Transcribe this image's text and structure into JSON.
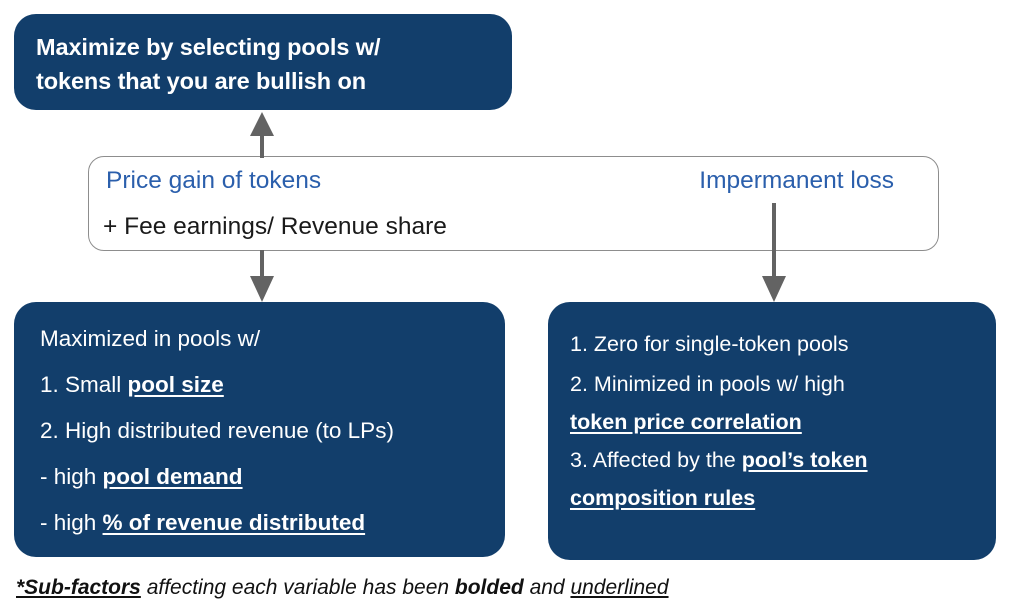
{
  "colors": {
    "navy": "#123E6B",
    "accent_blue": "#2B5FAC",
    "arrow_gray": "#636363",
    "outline_gray": "#8d8d8d",
    "white": "#FFFFFF"
  },
  "top_box": {
    "name": "Maximize strategy callout",
    "lines": [
      "Maximize by selecting pools w/",
      "tokens that you are bullish on"
    ]
  },
  "middle_box": {
    "left_label": "Price gain of tokens",
    "left_sub_label": "+ Fee earnings/ Revenue share",
    "right_label": "Impermanent loss"
  },
  "bottom_left_box": {
    "heading": "Maximized in pools w/",
    "items": [
      {
        "prefix": "1. Small ",
        "emphasis": "pool size",
        "suffix": ""
      },
      {
        "prefix": "2. High distributed revenue (to LPs)",
        "emphasis": "",
        "suffix": ""
      },
      {
        "prefix": "- high ",
        "emphasis": "pool demand",
        "suffix": ""
      },
      {
        "prefix": "- high ",
        "emphasis": "% of revenue distributed",
        "suffix": ""
      }
    ]
  },
  "bottom_right_box": {
    "items": [
      {
        "prefix": "1. Zero for single-token pools",
        "emphasis": "",
        "suffix": ""
      },
      {
        "prefix": "2. Minimized in pools w/ high",
        "emphasis": "",
        "suffix": ""
      },
      {
        "prefix": "",
        "emphasis": "token price correlation",
        "suffix": ""
      },
      {
        "prefix": "3. Affected by the ",
        "emphasis": "pool’s token",
        "suffix": ""
      },
      {
        "prefix": "",
        "emphasis": "composition rules",
        "suffix": ""
      }
    ]
  },
  "footnote": {
    "part_strong_underline": "*Sub-factors",
    "part_mid": " affecting each variable has been ",
    "part_bold": "bolded",
    "part_and": " and ",
    "part_underline": "underlined"
  },
  "arrows": [
    {
      "name": "arrow-up-to-top-box",
      "direction": "up",
      "from": "middle-box-left",
      "to": "top-box"
    },
    {
      "name": "arrow-down-to-bottom-left-box",
      "direction": "down",
      "from": "middle-box-left",
      "to": "bottom-left-box"
    },
    {
      "name": "arrow-down-to-bottom-right-box",
      "direction": "down",
      "from": "middle-box-right",
      "to": "bottom-right-box"
    }
  ]
}
